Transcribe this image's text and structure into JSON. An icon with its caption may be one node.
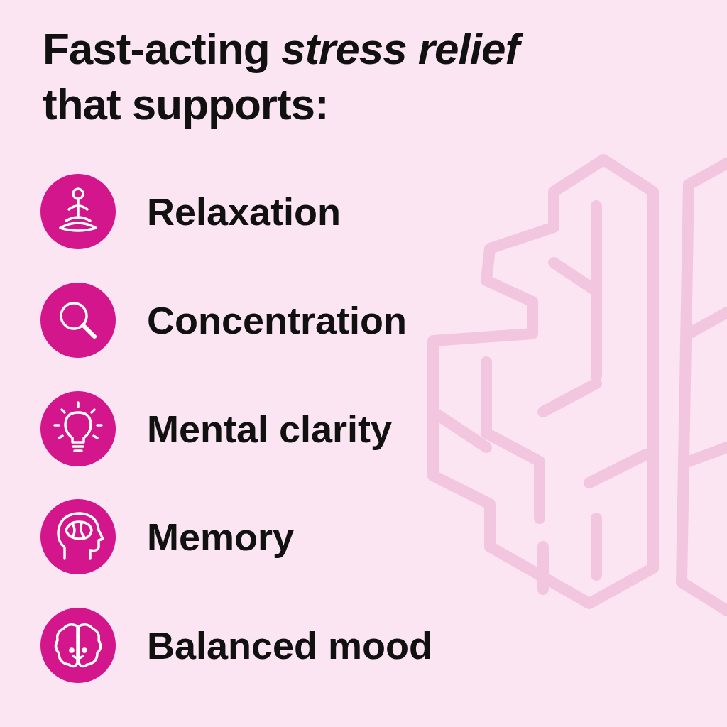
{
  "diagram": {
    "title": "Fast-acting *stress relief* that supports:",
    "labels": [
      "Relaxation",
      "Concentration",
      "Mental clarity",
      "Memory",
      "Balanced mood"
    ]
  }
}
